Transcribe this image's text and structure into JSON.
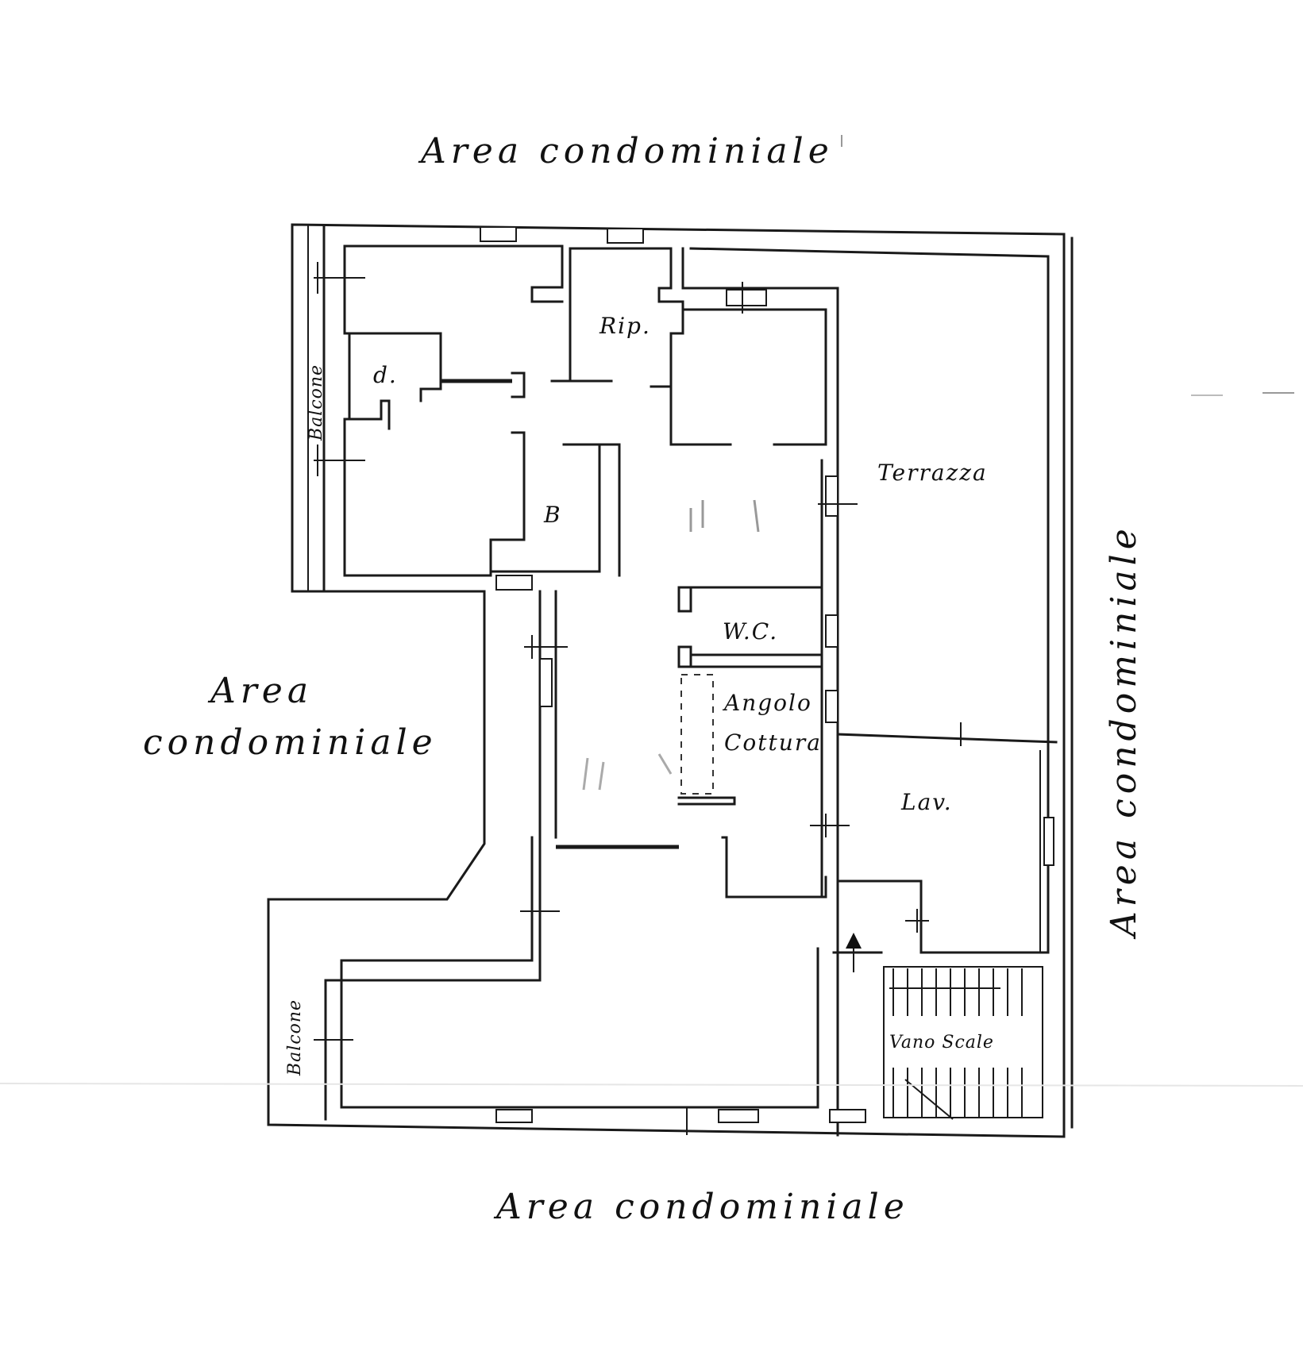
{
  "surroundings": {
    "top": "Area condominiale",
    "bottom": "Area condominiale",
    "left_line1": "Area",
    "left_line2": "condominiale",
    "right": "Area condominiale"
  },
  "rooms": {
    "ripostiglio": "Rip.",
    "disimpegno": "d.",
    "bagno": "B",
    "wc": "W.C.",
    "angolo_cottura_line1": "Angolo",
    "angolo_cottura_line2": "Cottura",
    "lavanderia": "Lav.",
    "terrazza": "Terrazza",
    "vano_scale": "Vano Scale",
    "balcone_left": "Balcone",
    "balcone_bottom": "Balcone"
  }
}
